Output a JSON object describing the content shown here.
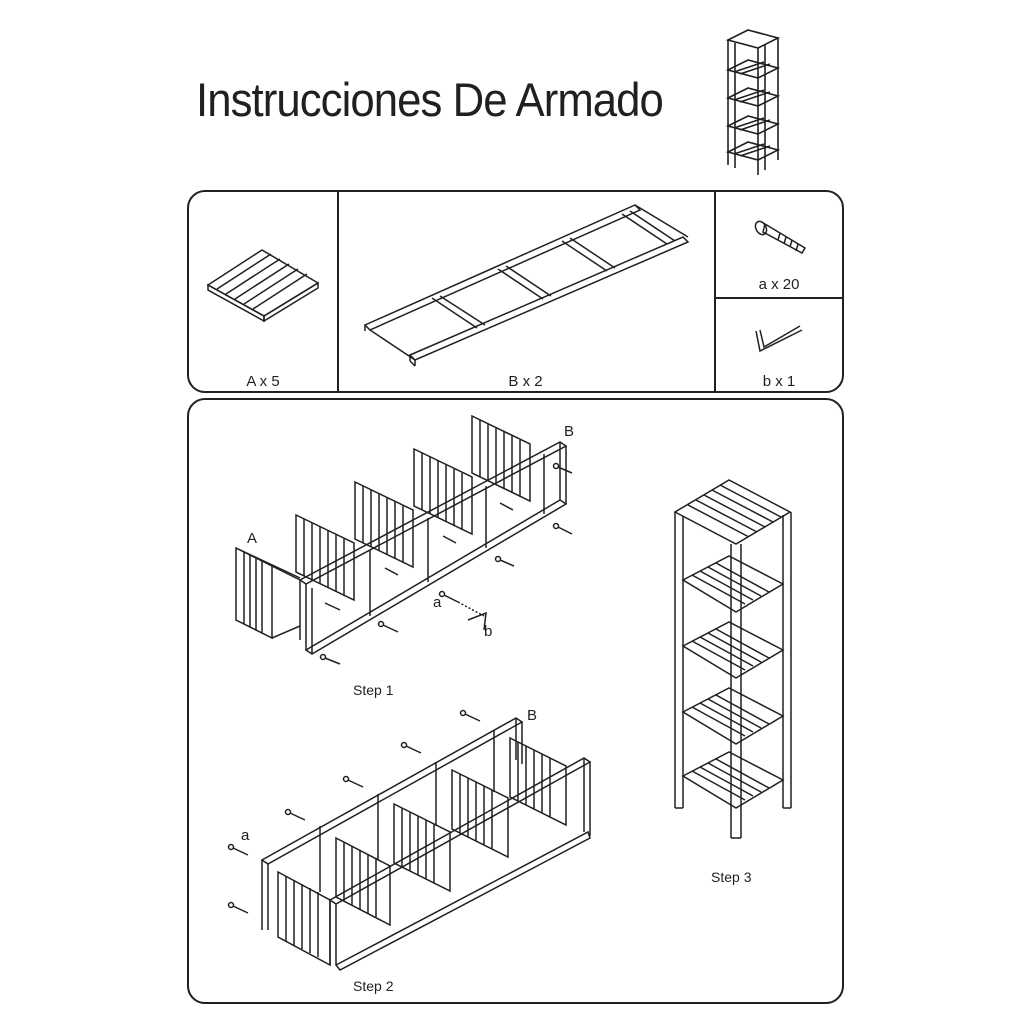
{
  "title": "Instrucciones De Armado",
  "parts": {
    "shelf": {
      "label": "A x 5"
    },
    "side_frame": {
      "label": "B x 2"
    },
    "screw": {
      "label": "a x 20"
    },
    "allen_key": {
      "label": "b x 1"
    }
  },
  "steps": {
    "step1": {
      "caption": "Step 1",
      "tag_a_upper": "A",
      "tag_b_upper": "B",
      "tag_a_lower": "a",
      "tag_b_lower": "b"
    },
    "step2": {
      "caption": "Step 2",
      "tag_b": "B",
      "tag_a": "a"
    },
    "step3": {
      "caption": "Step 3"
    }
  },
  "colors": {
    "ink": "#231f20",
    "background": "#ffffff"
  }
}
